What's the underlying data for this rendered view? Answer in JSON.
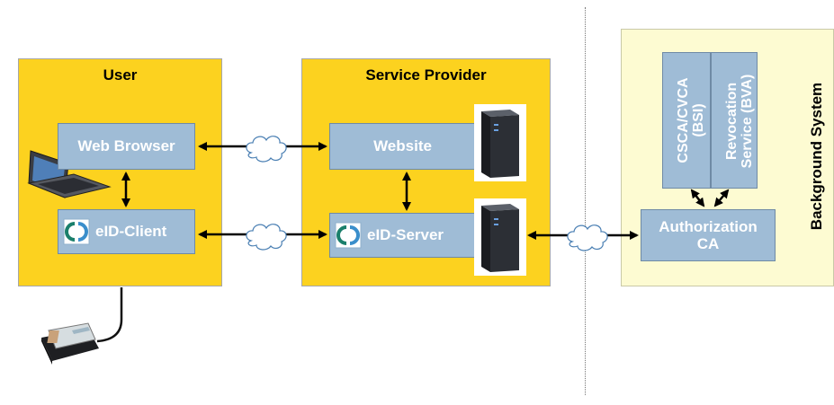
{
  "zones": {
    "user": {
      "title": "User"
    },
    "provider": {
      "title": "Service Provider"
    },
    "background": {
      "title": "Background System"
    }
  },
  "boxes": {
    "web_browser": "Web Browser",
    "eid_client": "eID-Client",
    "website": "Website",
    "eid_server": "eID-Server",
    "csca_line1": "CSCA/CVCA",
    "csca_line2": "(BSI)",
    "revocation_line1": "Revocation",
    "revocation_line2": "Service (BVA)",
    "auth_line1": "Authorization",
    "auth_line2": "CA"
  },
  "icons": [
    "laptop-icon",
    "server-icon",
    "cloud-icon",
    "eid-logo-icon",
    "id-card-reader-icon"
  ],
  "colors": {
    "zone_yellow": "#fcd21f",
    "box_blue": "#9fbcd6",
    "background_cream": "#fdfbd2"
  }
}
